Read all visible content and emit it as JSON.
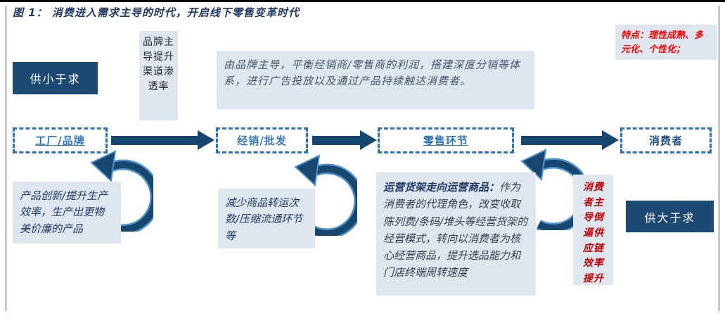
{
  "title": "图 1：  消费进入需求主导的时代，开启线下零售变革时代",
  "top_row": {
    "supply_less_label": "供小于求",
    "brand_channel_note": "品牌主导提升渠道渗透率",
    "brand_led_note": "由品牌主导，平衡经销商/零售商的利润，搭建深度分销等体系，进行广告投放以及通过产品持续触达消费者。",
    "consumer_traits_note": "特点：理性成熟、多元化、个性化；"
  },
  "flow": {
    "nodes": [
      {
        "label": "工厂/品牌"
      },
      {
        "label": "经销/批发"
      },
      {
        "label": "零售环节"
      },
      {
        "label": "消费者"
      }
    ]
  },
  "bottom_row": {
    "factory_note": "产品创新/提升生产效率，生产出更物美价廉的产品",
    "distribution_note": "减少商品转运次数/压缩流通环节等",
    "retail_note_lead": "运营货架走向运营商品：",
    "retail_note_body": "作为消费者的代理角色，改变收取陈列费/条码/堆头等经营货架的经营模式，转向以消费者为核心经营商品，提升选品能力和门店终端周转速度",
    "consumer_driven_note": "消费者主导倒逼供应链效率提升",
    "supply_more_label": "供大于求"
  },
  "icons": {
    "flow_arrow": "right-arrow",
    "cycle_arrow": "curved-cycle-arrow"
  },
  "colors": {
    "navy_box": "#1C4971",
    "light_blue_box": "#DEE7F0",
    "dashed_border": "#2E74B5",
    "arrow": "#17466F",
    "title_text": "#1F3864",
    "red_text": "#FF0000",
    "body_text": "#44546A"
  }
}
